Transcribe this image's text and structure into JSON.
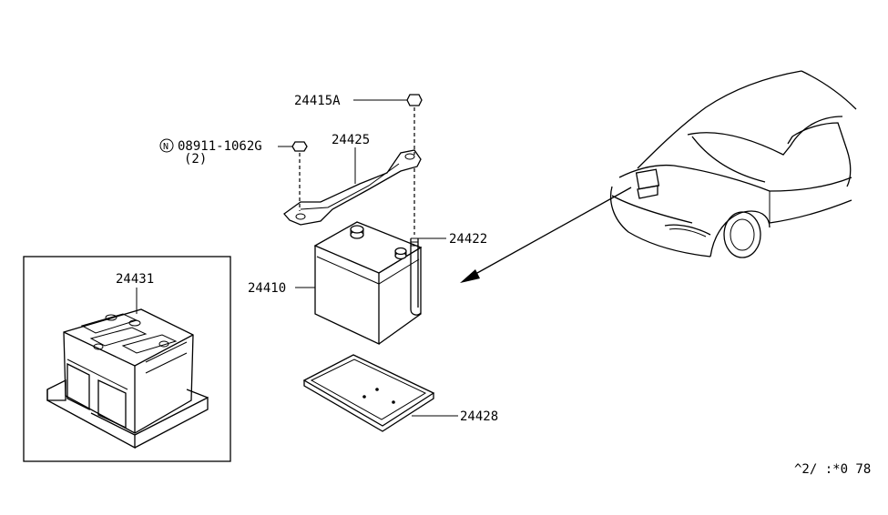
{
  "labels": {
    "nut_top": "24415A",
    "bolt_side": "08911-1062G",
    "bolt_qty": "(2)",
    "bracket": "24425",
    "rod": "24422",
    "battery": "24410",
    "tray": "24428",
    "cover": "24431",
    "ref_code": "^2/ :*0 78"
  },
  "symbols": {
    "nut_marker": "N"
  },
  "icons": {
    "battery": "battery-icon",
    "bracket": "hold-down-bracket-icon",
    "tray": "battery-tray-icon",
    "cover": "battery-cover-icon",
    "car": "car-outline-icon"
  },
  "colors": {
    "line": "#000000",
    "background": "#ffffff"
  }
}
